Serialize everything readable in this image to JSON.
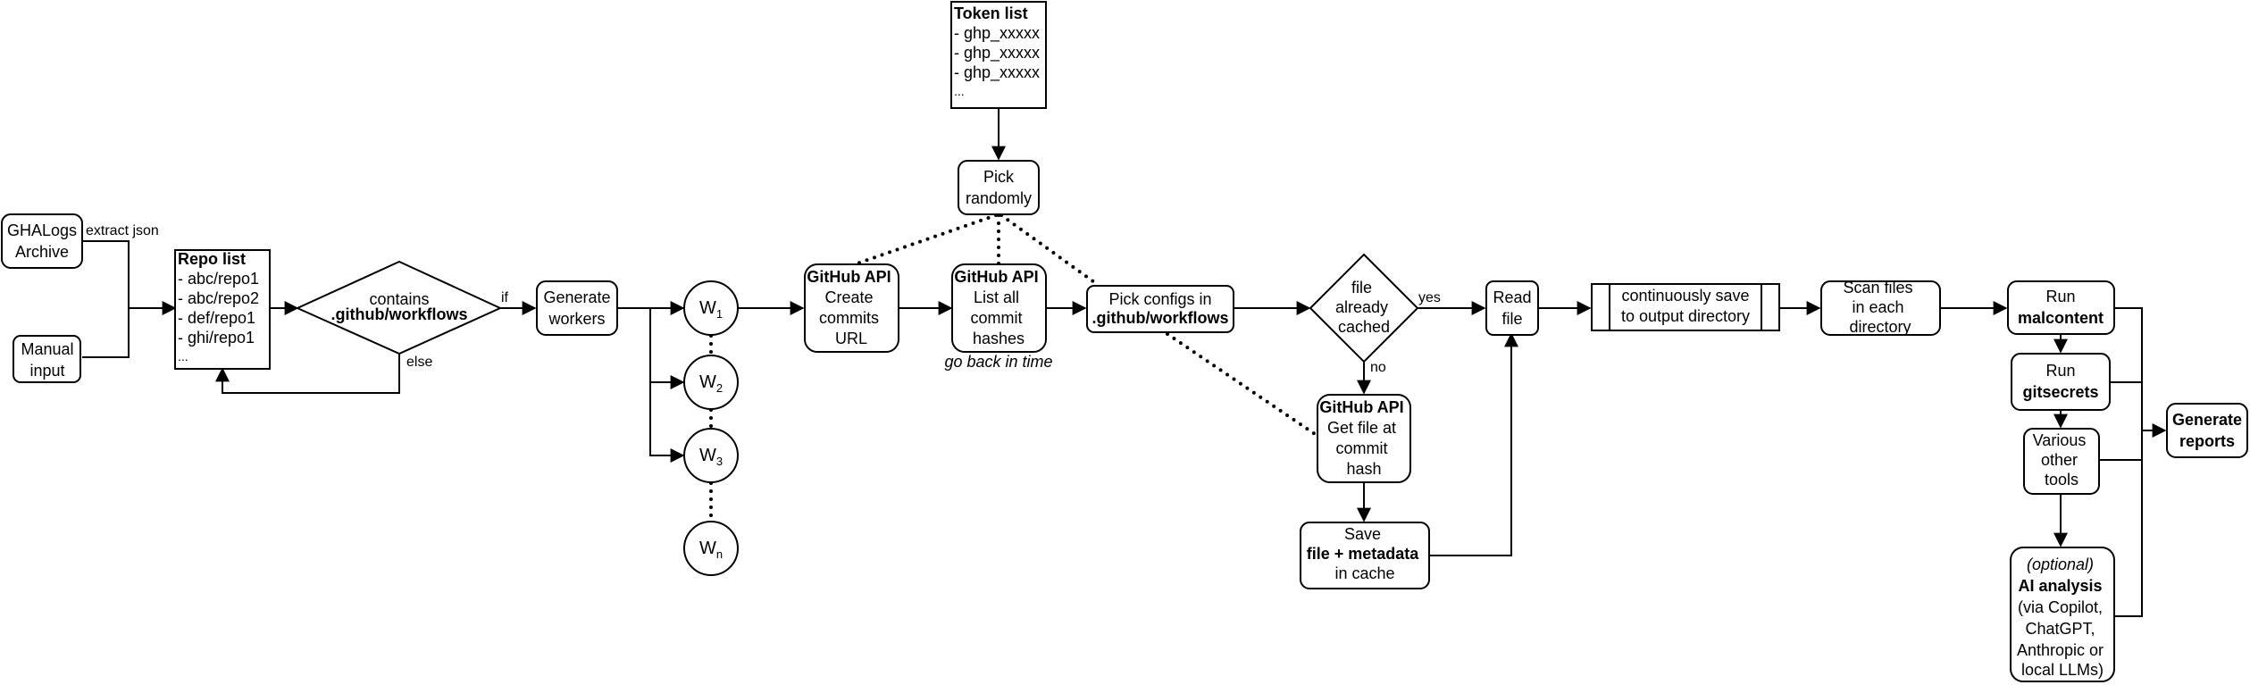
{
  "nodes": {
    "ghalogs": [
      "GHALogs",
      "Archive"
    ],
    "manual_input": [
      "Manual",
      "input"
    ],
    "repo_list": {
      "title": "Repo list",
      "items": [
        "- abc/repo1",
        "- abc/repo2",
        "- def/repo1",
        "- ghi/repo1",
        "..."
      ]
    },
    "contains": [
      "contains",
      ".github/workflows"
    ],
    "generate_workers": [
      "Generate",
      "workers"
    ],
    "workers": [
      {
        "base": "W",
        "sub": "1"
      },
      {
        "base": "W",
        "sub": "2"
      },
      {
        "base": "W",
        "sub": "3"
      },
      {
        "base": "W",
        "sub": "n"
      }
    ],
    "token_list": {
      "title": "Token list",
      "items": [
        "- ghp_xxxxx",
        "- ghp_xxxxx",
        "- ghp_xxxxx",
        "..."
      ]
    },
    "pick_randomly": [
      "Pick",
      "randomly"
    ],
    "api_commits": [
      "GitHub API",
      "Create",
      "commits",
      "URL"
    ],
    "api_hashes": [
      "GitHub API",
      "List all",
      "commit",
      "hashes"
    ],
    "go_back": "go back in time",
    "pick_configs": [
      "Pick configs in",
      ".github/workflows"
    ],
    "cached": [
      "file",
      "already",
      "cached"
    ],
    "api_getfile": [
      "GitHub API",
      "Get file at",
      "commit",
      "hash"
    ],
    "save": [
      "Save",
      "file + metadata",
      "in cache"
    ],
    "read_file": [
      "Read",
      "file"
    ],
    "continuous_save": [
      "continuously save",
      "to output directory"
    ],
    "scan_files": [
      "Scan files",
      "in each",
      "directory"
    ],
    "malcontent": [
      "Run",
      "malcontent"
    ],
    "gitsecrets": [
      "Run",
      "gitsecrets"
    ],
    "various_tools": [
      "Various",
      "other",
      "tools"
    ],
    "ai_analysis": [
      "(optional)",
      "AI analysis",
      "(via Copilot,",
      "ChatGPT,",
      "Anthropic or",
      "local LLMs)"
    ],
    "generate_reports": [
      "Generate",
      "reports"
    ]
  },
  "edge_labels": {
    "extract_json": "extract json",
    "if": "if",
    "else": "else",
    "yes": "yes",
    "no": "no"
  }
}
